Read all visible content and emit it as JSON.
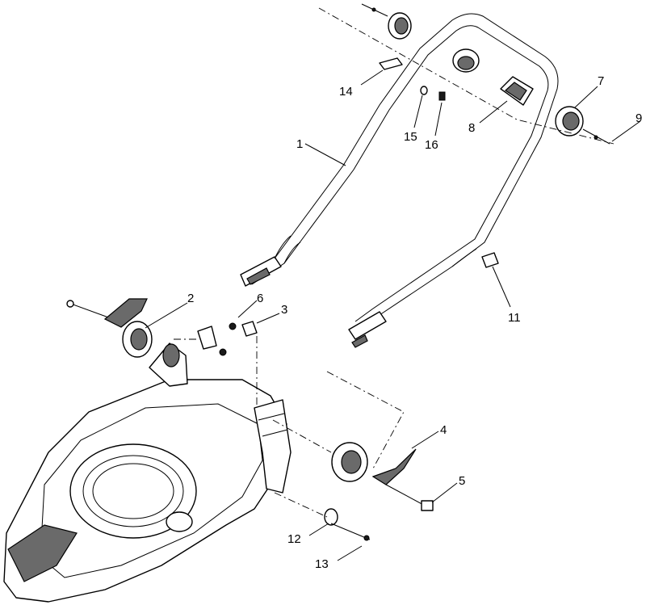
{
  "callouts": [
    {
      "id": "c1",
      "label": "1"
    },
    {
      "id": "c2",
      "label": "2"
    },
    {
      "id": "c3",
      "label": "3"
    },
    {
      "id": "c4",
      "label": "4"
    },
    {
      "id": "c5",
      "label": "5"
    },
    {
      "id": "c6",
      "label": "6"
    },
    {
      "id": "c7",
      "label": "7"
    },
    {
      "id": "c8",
      "label": "8"
    },
    {
      "id": "c9",
      "label": "9"
    },
    {
      "id": "c11",
      "label": "11"
    },
    {
      "id": "c12",
      "label": "12"
    },
    {
      "id": "c13",
      "label": "13"
    },
    {
      "id": "c14",
      "label": "14"
    },
    {
      "id": "c15",
      "label": "15"
    },
    {
      "id": "c16",
      "label": "16"
    }
  ]
}
